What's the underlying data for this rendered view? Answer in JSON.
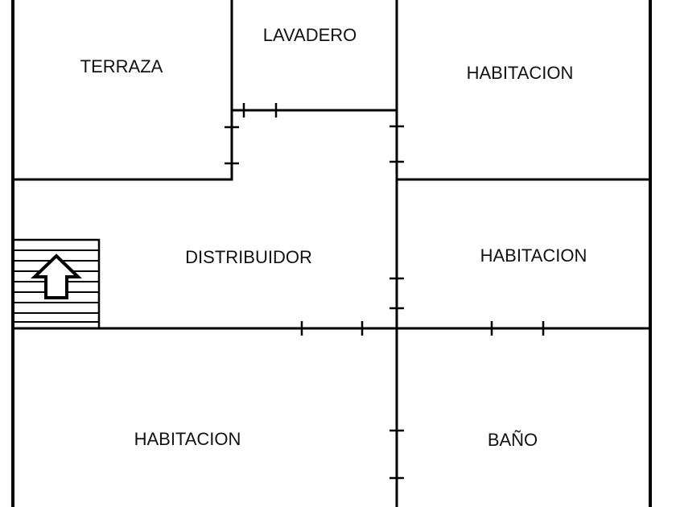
{
  "rooms": {
    "terraza": "TERRAZA",
    "lavadero": "LAVADERO",
    "habitacion_top_right": "HABITACION",
    "distribuidor": "DISTRIBUIDOR",
    "habitacion_mid_right": "HABITACION",
    "habitacion_bottom_left": "HABITACION",
    "bano": "BAÑO"
  },
  "icons": {
    "stair_direction": "up-arrow-icon"
  },
  "colors": {
    "line": "#000000",
    "background": "#ffffff",
    "text": "#111111"
  }
}
